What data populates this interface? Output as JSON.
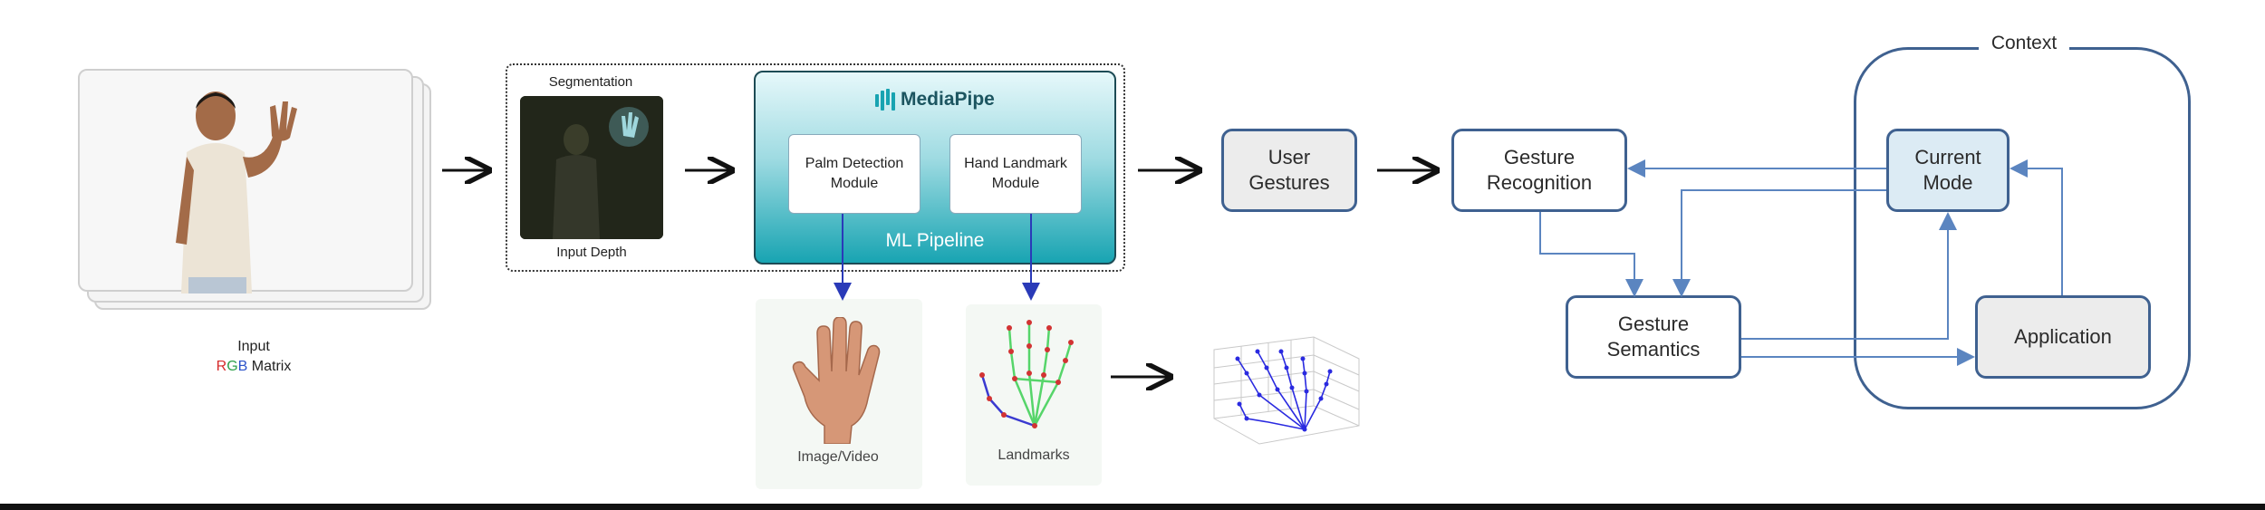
{
  "input": {
    "title": "Input",
    "matrix_r": "R",
    "matrix_g": "G",
    "matrix_b": "B",
    "matrix_rest": " Matrix"
  },
  "depth": {
    "top_label": "Segmentation",
    "bottom_label": "Input Depth"
  },
  "mediapipe": {
    "logo_text": "MediaPipe",
    "palm_module": "Palm Detection\nModule",
    "hand_module": "Hand Landmark\nModule",
    "pipeline_label": "ML Pipeline"
  },
  "outputs": {
    "image_label": "Image/Video",
    "landmarks_label": "Landmarks"
  },
  "flow": {
    "user_gestures": "User\nGestures",
    "gesture_recognition": "Gesture\nRecognition",
    "gesture_semantics": "Gesture\nSemantics",
    "current_mode": "Current\nMode",
    "application": "Application",
    "context": "Context"
  },
  "colors": {
    "node_border": "#3f6190",
    "arrow_blue": "#5b85c0",
    "teal_top": "#dff5f7",
    "teal_bottom": "#1aa5b2",
    "matrix_r": "#d62b2b",
    "matrix_g": "#2ea04a",
    "matrix_b": "#2a52c9"
  }
}
